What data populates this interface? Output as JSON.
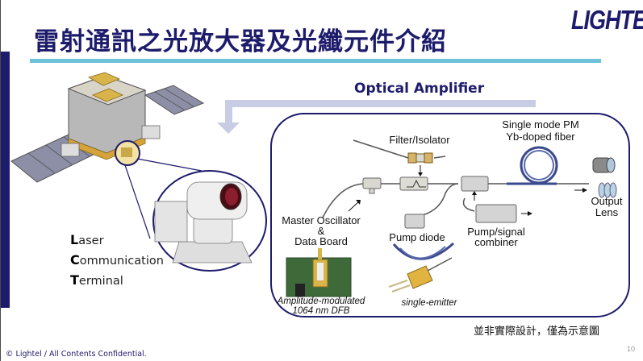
{
  "slide": {
    "title": "雷射通訊之光放大器及光纖元件介紹",
    "logo": "LIGHTEL",
    "section_heading": "Optical Amplifier",
    "page_number": "10",
    "footer": "© Lightel / All Contents Confidential.",
    "disclaimer": "並非實際設計，僅為示意圖",
    "colors": {
      "brand_navy": "#1d1b6b",
      "title_rule": "#6cc0d8",
      "flow_arrow": "#c8cce4"
    }
  },
  "lct": {
    "lines": [
      {
        "initial": "L",
        "rest": "aser"
      },
      {
        "initial": "C",
        "rest": "ommunication"
      },
      {
        "initial": "T",
        "rest": "erminal"
      }
    ]
  },
  "diagram": {
    "labels": {
      "filter_isolator": "Filter/Isolator",
      "fiber_line1": "Single mode PM",
      "fiber_line2": "Yb-doped fiber",
      "master_line1": "Master Oscillator",
      "master_line2": "&",
      "master_line3": "Data Board",
      "pump_diode": "Pump diode",
      "combiner_line1": "Pump/signal",
      "combiner_line2": "combiner",
      "output_line1": "Output",
      "output_line2": "Lens",
      "dfb_line1": "Amplitude-modulated",
      "dfb_line2": "1064 nm DFB",
      "single_emitter": "single-emitter"
    }
  },
  "illustrations": {
    "satellite": "satellite-illustration",
    "lct_zoom": "laser-terminal-closeup",
    "components": [
      "isolator",
      "filter",
      "combiner",
      "fiber-coil",
      "output-lens",
      "pump-diode",
      "dfb-board",
      "single-emitter"
    ]
  }
}
